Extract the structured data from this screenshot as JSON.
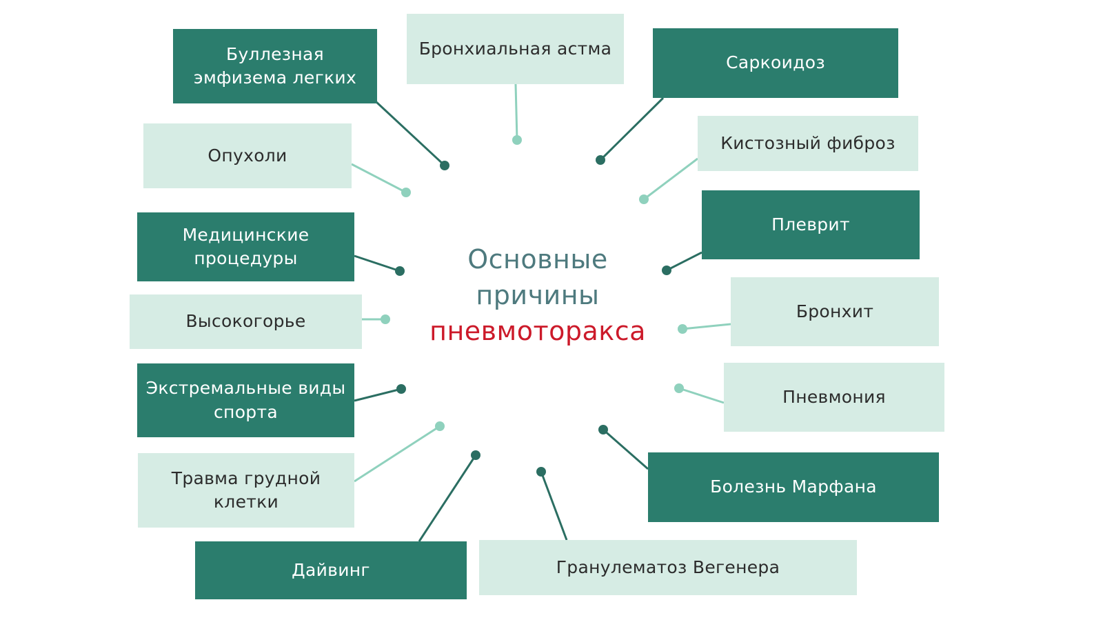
{
  "title": {
    "line1": "Основные",
    "line2": "причины",
    "line3": "пневмоторакса"
  },
  "causes": {
    "bullous_emphysema": "Буллезная эмфизема легких",
    "bronchial_asthma": "Бронхиальная астма",
    "sarcoidosis": "Саркоидоз",
    "tumors": "Опухоли",
    "cystic_fibrosis": "Кистозный фиброз",
    "medical_procedures": "Медицинские процедуры",
    "pleurisy": "Плеврит",
    "high_altitude": "Высокогорье",
    "bronchitis": "Бронхит",
    "extreme_sports": "Экстремальные виды спорта",
    "pneumonia": "Пневмония",
    "chest_trauma": "Травма грудной клетки",
    "marfan_disease": "Болезнь Марфана",
    "diving": "Дайвинг",
    "wegener_granulomatosis": "Гранулематоз Вегенера"
  },
  "colors": {
    "dark_box": "#2b7d6d",
    "light_box": "#d6ece4",
    "title_accent": "#cc1a2a",
    "title_main": "#4e7a7e"
  }
}
